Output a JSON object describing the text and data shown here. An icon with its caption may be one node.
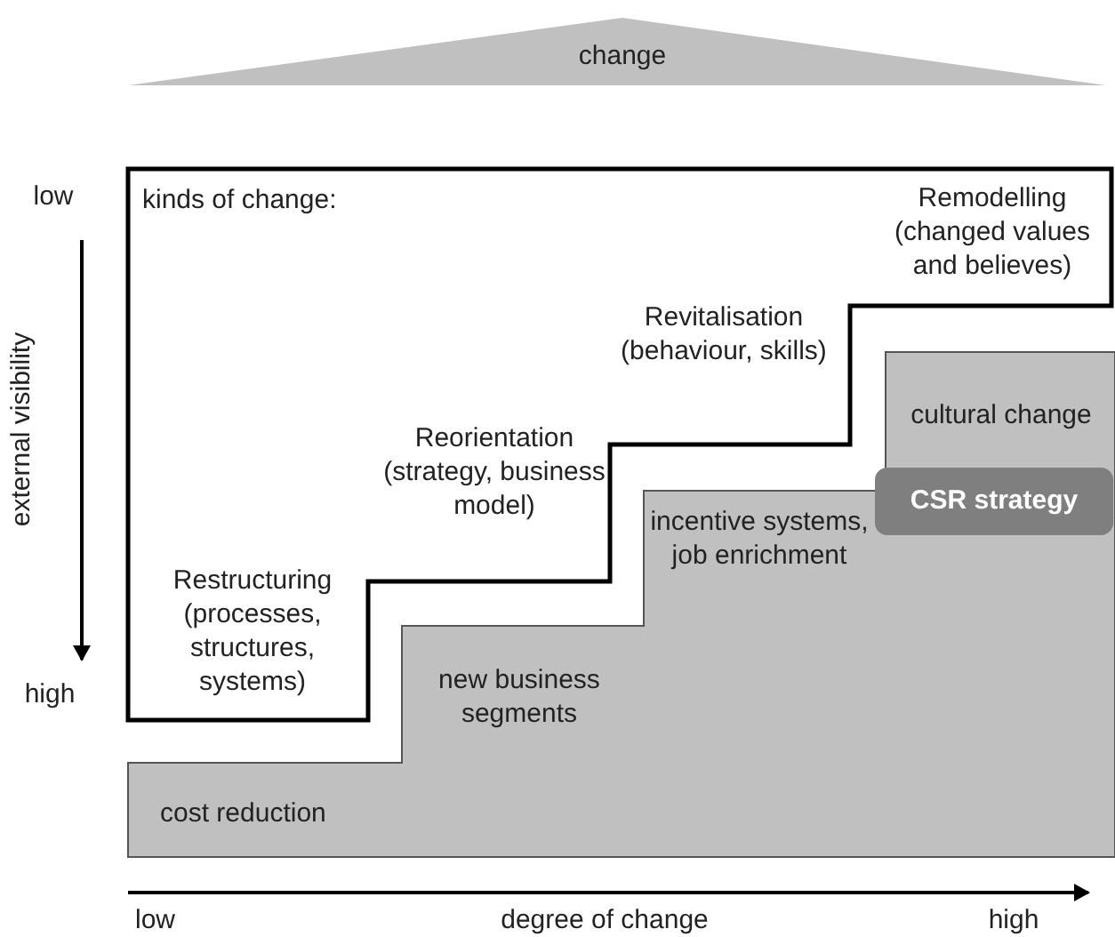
{
  "diagram": {
    "nodes": [
      {
        "text": [
          "change"
        ]
      },
      {
        "text": [
          "kinds of change:",
          "Restructuring (processes, structures, systems)",
          "Reorientation (strategy, business model)",
          "Revitalisation (behaviour, skills)",
          "Remodelling (changed values and believes)"
        ]
      },
      {
        "text": [
          "cost reduction",
          "new business segments",
          "incentive systems, job enrichment",
          "cultural change"
        ]
      },
      {
        "text": [
          "CSR strategy"
        ],
        "in": 2
      }
    ],
    "edges": [],
    "labels": [
      "low",
      "external visibility",
      "high",
      "low",
      "degree of change",
      "high"
    ]
  }
}
